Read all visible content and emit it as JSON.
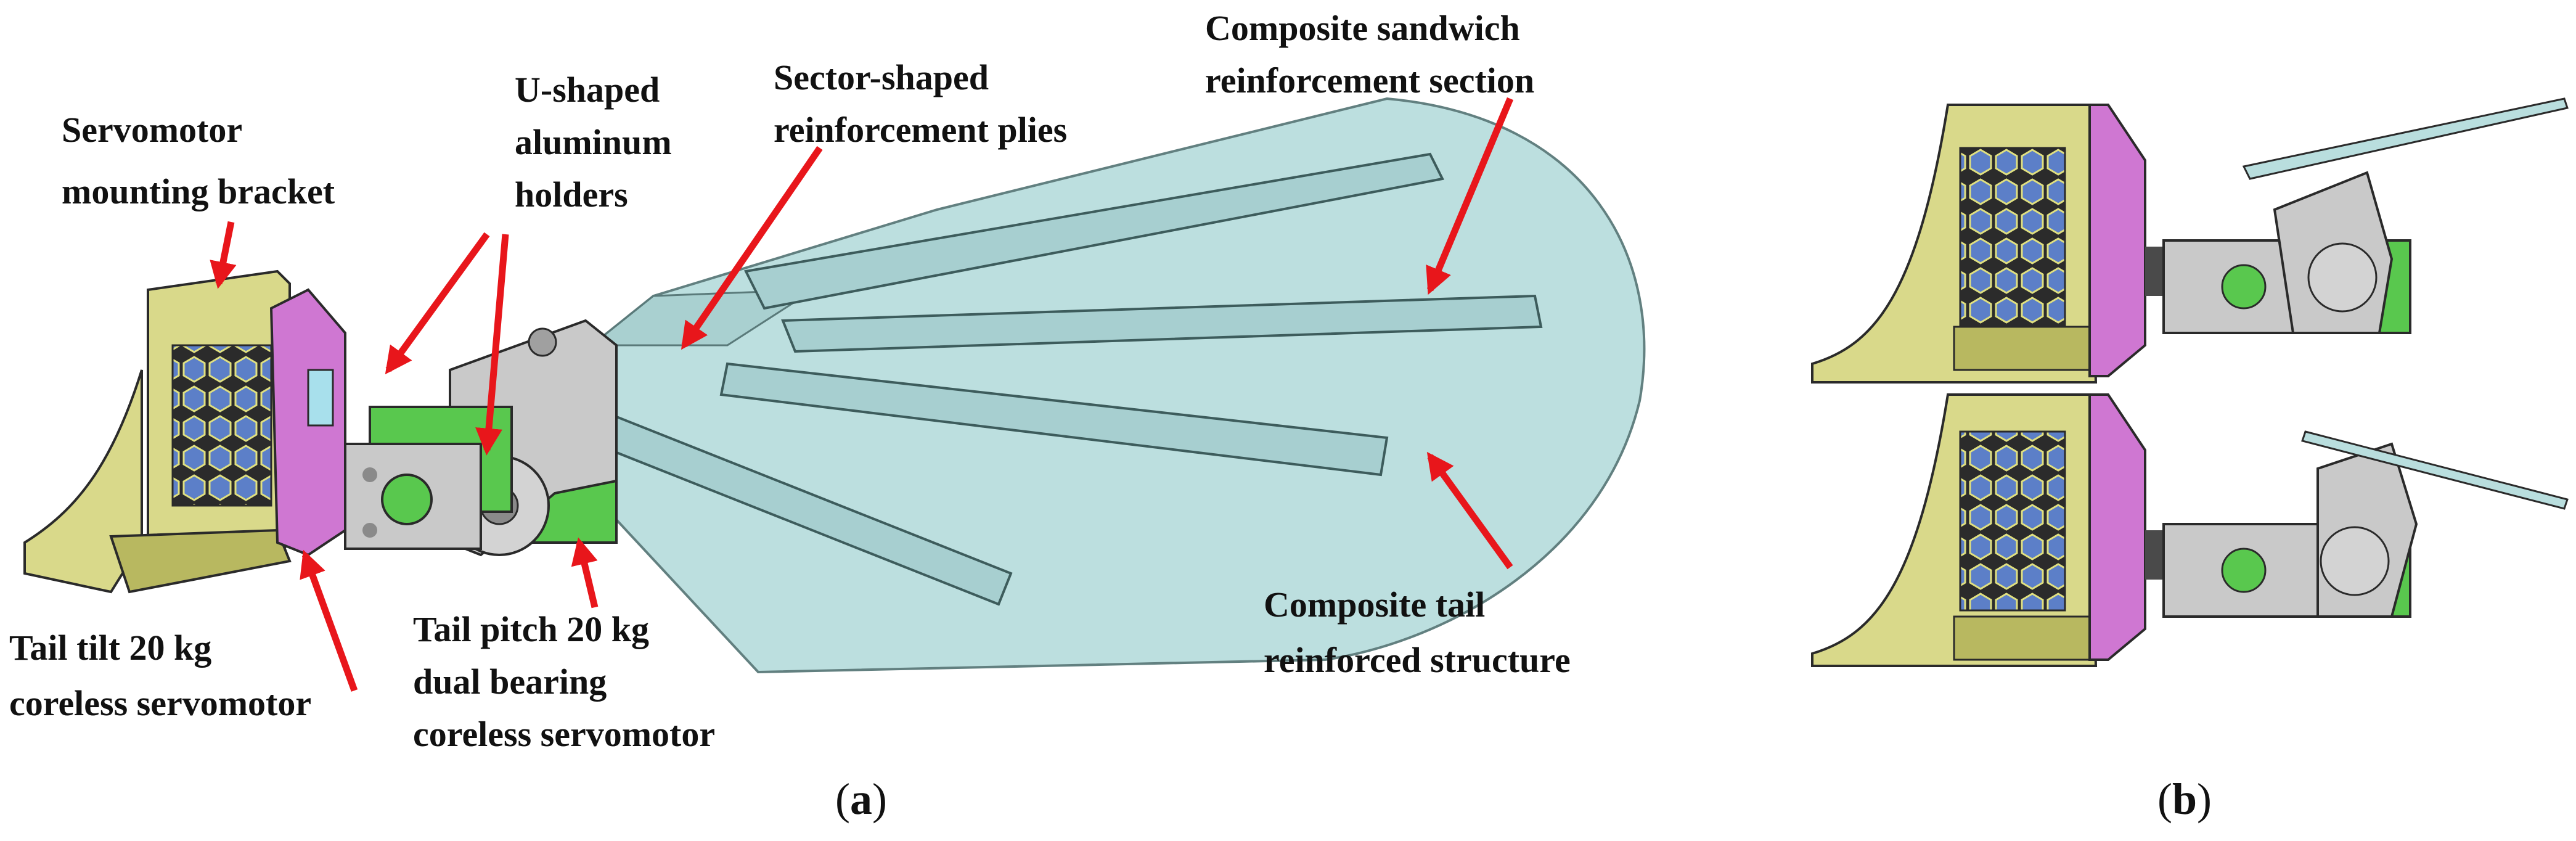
{
  "colors": {
    "bracket_yellow": "#d9d98a",
    "bracket_shade": "#b8b860",
    "servo_magenta": "#cf77d2",
    "hex_blue": "#5c7fc8",
    "aluminum": "#c9c9c9",
    "servo_green": "#59c84e",
    "composite_cyan": "#b9dede",
    "arrow_red": "#e8161b",
    "text": "#111111"
  },
  "panel_a": {
    "labels": {
      "mount_bracket": [
        "Servomotor",
        "mounting bracket"
      ],
      "u_holders": [
        "U-shaped",
        "aluminum",
        "holders"
      ],
      "sector_plies": [
        "Sector-shaped",
        "reinforcement plies"
      ],
      "sandwich": [
        "Composite sandwich",
        "reinforcement section"
      ],
      "tilt_servo": [
        "Tail tilt 20 kg",
        "coreless servomotor"
      ],
      "pitch_servo": [
        "Tail pitch 20 kg",
        "dual bearing",
        "coreless servomotor"
      ],
      "tail_structure": [
        "Composite tail",
        "reinforced structure"
      ]
    },
    "caption": {
      "open": "(",
      "letter": "a",
      "close": ")"
    }
  },
  "panel_b": {
    "caption": {
      "open": "(",
      "letter": "b",
      "close": ")"
    }
  }
}
